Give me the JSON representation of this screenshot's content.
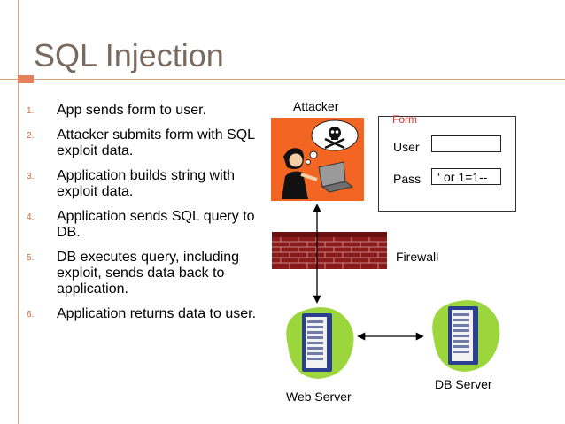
{
  "title": "SQL Injection",
  "steps": [
    {
      "num": "1.",
      "text": "App sends form to user."
    },
    {
      "num": "2.",
      "text": "Attacker submits form with SQL exploit data."
    },
    {
      "num": "3.",
      "text": "Application builds string with exploit data."
    },
    {
      "num": "4.",
      "text": "Application sends SQL query to DB."
    },
    {
      "num": "5.",
      "text": "DB executes query, including exploit, sends data back to application."
    },
    {
      "num": "6.",
      "text": "Application returns data to user."
    }
  ],
  "diagram": {
    "attacker_label": "Attacker",
    "form_label": "Form",
    "user_label": "User",
    "user_value": "",
    "pass_label": "Pass",
    "pass_value": "‘ or 1=1--",
    "firewall_label": "Firewall",
    "web_server_label": "Web Server",
    "db_server_label": "DB Server"
  },
  "colors": {
    "accent": "#d2673a",
    "title": "#7a6a5e",
    "attacker_bg": "#f26522",
    "server_blob": "#9ad63c",
    "server_box": "#2b3f8f",
    "brick": "#8b1a1a",
    "form_label": "#e0342a"
  }
}
